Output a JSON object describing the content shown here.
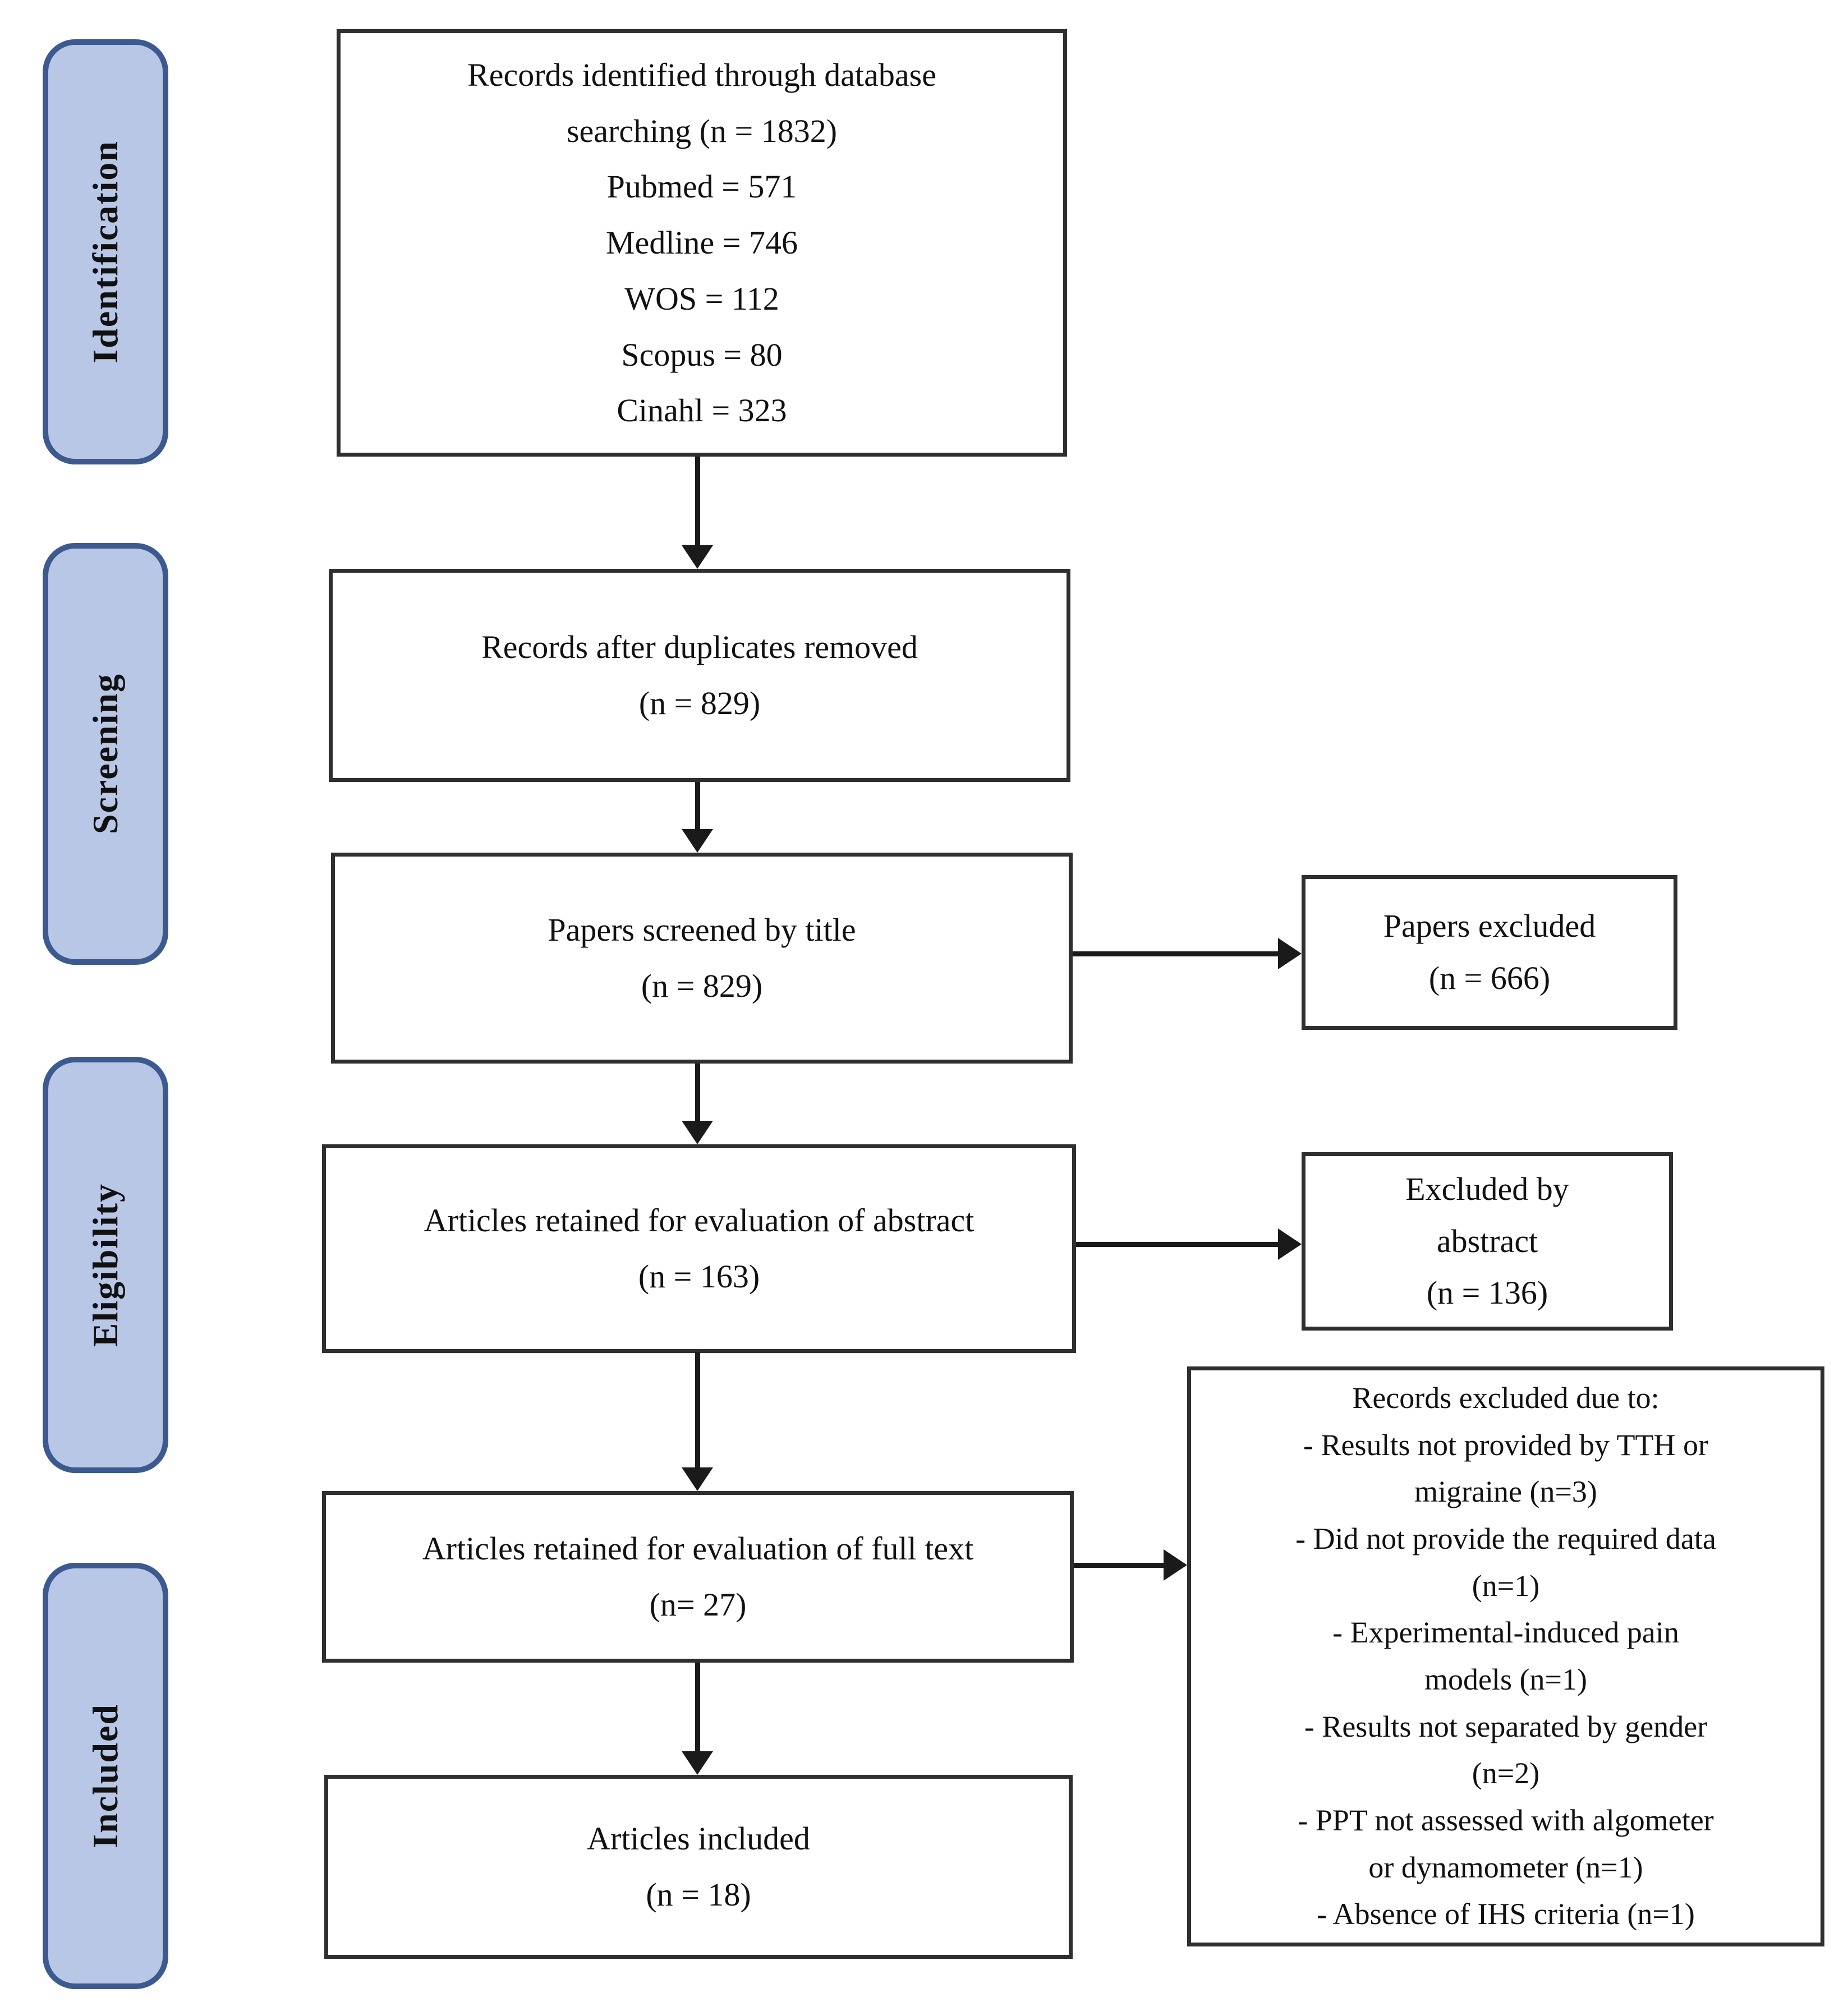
{
  "figure": {
    "type": "prisma-flow-diagram",
    "colors": {
      "stage_fill": "#b8c7e6",
      "stage_border": "#3c5a90",
      "box_fill": "#ffffff",
      "box_border": "#2f2f2f",
      "arrow": "#1a1a1a",
      "text": "#111111"
    }
  },
  "stages": [
    "Identification",
    "Screening",
    "Eligibility",
    "Included"
  ],
  "boxes": {
    "records_identified": {
      "lines": [
        "Records identified through database",
        "searching (n = 1832)",
        "Pubmed = 571",
        "Medline = 746",
        "WOS = 112",
        "Scopus = 80",
        "Cinahl = 323"
      ]
    },
    "duplicates_removed": {
      "lines": [
        "Records after duplicates removed",
        "(n = 829)"
      ]
    },
    "screened_title": {
      "lines": [
        "Papers screened by title",
        "(n = 829)"
      ]
    },
    "retained_abstract": {
      "lines": [
        "Articles retained for evaluation of abstract",
        "(n = 163)"
      ]
    },
    "retained_fulltext": {
      "lines": [
        "Articles retained for evaluation of full text",
        "(n= 27)"
      ]
    },
    "articles_included": {
      "lines": [
        "Articles included",
        "(n = 18)"
      ]
    },
    "papers_excluded": {
      "lines": [
        "Papers excluded",
        "(n = 666)"
      ]
    },
    "excluded_abstract": {
      "lines": [
        "Excluded by",
        "abstract",
        "(n = 136)"
      ]
    },
    "records_excluded_reasons": {
      "lines": [
        "Records excluded due to:",
        "- Results not provided by TTH or",
        "migraine (n=3)",
        "- Did not provide the required data",
        "(n=1)",
        "- Experimental-induced pain",
        "models (n=1)",
        "- Results not separated by gender",
        "(n=2)",
        "- PPT not assessed with algometer",
        "or dynamometer (n=1)",
        "- Absence of IHS criteria (n=1)"
      ]
    }
  }
}
